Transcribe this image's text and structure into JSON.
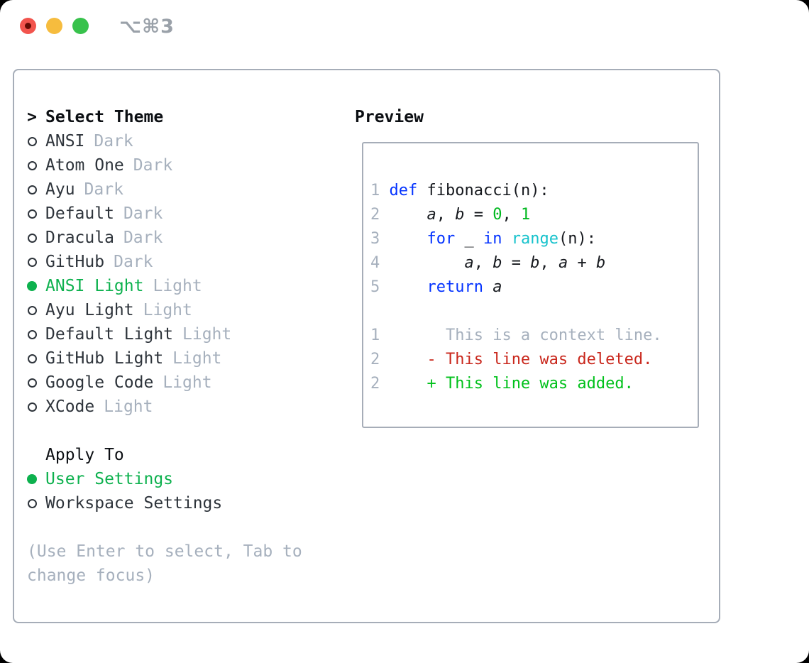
{
  "window": {
    "title": "⌥⌘3",
    "traffic_lights": [
      "close",
      "minimize",
      "zoom"
    ]
  },
  "theme_picker": {
    "prompt": ">",
    "heading": "Select Theme",
    "themes": [
      {
        "name": "ANSI",
        "variant": "Dark",
        "selected": false
      },
      {
        "name": "Atom One",
        "variant": "Dark",
        "selected": false
      },
      {
        "name": "Ayu",
        "variant": "Dark",
        "selected": false
      },
      {
        "name": "Default",
        "variant": "Dark",
        "selected": false
      },
      {
        "name": "Dracula",
        "variant": "Dark",
        "selected": false
      },
      {
        "name": "GitHub",
        "variant": "Dark",
        "selected": false
      },
      {
        "name": "ANSI Light",
        "variant": "Light",
        "selected": true
      },
      {
        "name": "Ayu Light",
        "variant": "Light",
        "selected": false
      },
      {
        "name": "Default Light",
        "variant": "Light",
        "selected": false
      },
      {
        "name": "GitHub Light",
        "variant": "Light",
        "selected": false
      },
      {
        "name": "Google Code",
        "variant": "Light",
        "selected": false
      },
      {
        "name": "XCode",
        "variant": "Light",
        "selected": false
      }
    ]
  },
  "apply_to": {
    "heading": "Apply To",
    "options": [
      {
        "label": "User Settings",
        "selected": true
      },
      {
        "label": "Workspace Settings",
        "selected": false
      }
    ]
  },
  "hint": "(Use Enter to select, Tab to change focus)",
  "preview": {
    "heading": "Preview",
    "code_lines": [
      {
        "num": "1",
        "tokens": [
          {
            "t": "def",
            "c": "blue"
          },
          {
            "t": " fibonacci(n):",
            "c": "fg"
          }
        ]
      },
      {
        "num": "2",
        "tokens": [
          {
            "t": "    ",
            "c": "fg"
          },
          {
            "t": "a",
            "c": "fg",
            "italic": true
          },
          {
            "t": ", ",
            "c": "fg"
          },
          {
            "t": "b",
            "c": "fg",
            "italic": true
          },
          {
            "t": " = ",
            "c": "fg"
          },
          {
            "t": "0",
            "c": "num"
          },
          {
            "t": ", ",
            "c": "fg"
          },
          {
            "t": "1",
            "c": "num"
          }
        ]
      },
      {
        "num": "3",
        "tokens": [
          {
            "t": "    ",
            "c": "fg"
          },
          {
            "t": "for",
            "c": "blue"
          },
          {
            "t": " _ ",
            "c": "fg"
          },
          {
            "t": "in",
            "c": "blue"
          },
          {
            "t": " ",
            "c": "fg"
          },
          {
            "t": "range",
            "c": "cyan"
          },
          {
            "t": "(n):",
            "c": "fg"
          }
        ]
      },
      {
        "num": "4",
        "tokens": [
          {
            "t": "        ",
            "c": "fg"
          },
          {
            "t": "a",
            "c": "fg",
            "italic": true
          },
          {
            "t": ", ",
            "c": "fg"
          },
          {
            "t": "b",
            "c": "fg",
            "italic": true
          },
          {
            "t": " = ",
            "c": "fg"
          },
          {
            "t": "b",
            "c": "fg",
            "italic": true
          },
          {
            "t": ", ",
            "c": "fg"
          },
          {
            "t": "a",
            "c": "fg",
            "italic": true
          },
          {
            "t": " + ",
            "c": "fg"
          },
          {
            "t": "b",
            "c": "fg",
            "italic": true
          }
        ]
      },
      {
        "num": "5",
        "tokens": [
          {
            "t": "    ",
            "c": "fg"
          },
          {
            "t": "return",
            "c": "blue"
          },
          {
            "t": " ",
            "c": "fg"
          },
          {
            "t": "a",
            "c": "fg",
            "italic": true
          }
        ]
      },
      {
        "num": "",
        "tokens": []
      },
      {
        "num": "1",
        "tokens": [
          {
            "t": "      This is a context line.",
            "c": "gray"
          }
        ]
      },
      {
        "num": "2",
        "tokens": [
          {
            "t": "    ",
            "c": "fg"
          },
          {
            "t": "- This line was deleted.",
            "c": "red"
          }
        ]
      },
      {
        "num": "2",
        "tokens": [
          {
            "t": "    ",
            "c": "fg"
          },
          {
            "t": "+ This line was added.",
            "c": "add"
          }
        ]
      }
    ]
  },
  "colors": {
    "accent_green": "#0db14e",
    "muted_gray": "#a6b0bd",
    "text_dark": "#2e343b",
    "heading_black": "#0c0f13",
    "panel_border": "#a6adb8",
    "code_fg": "#16191e",
    "syntax_blue": "#0433ff",
    "syntax_green": "#00b81f",
    "syntax_cyan": "#16c2cc",
    "diff_red": "#c9271c",
    "diff_green": "#00c11b",
    "traffic_red": "#f2544d",
    "traffic_red_dot": "#650b03",
    "traffic_yellow": "#f6bc3e",
    "traffic_green": "#38c24c",
    "title_gray": "#9aa1a9"
  }
}
